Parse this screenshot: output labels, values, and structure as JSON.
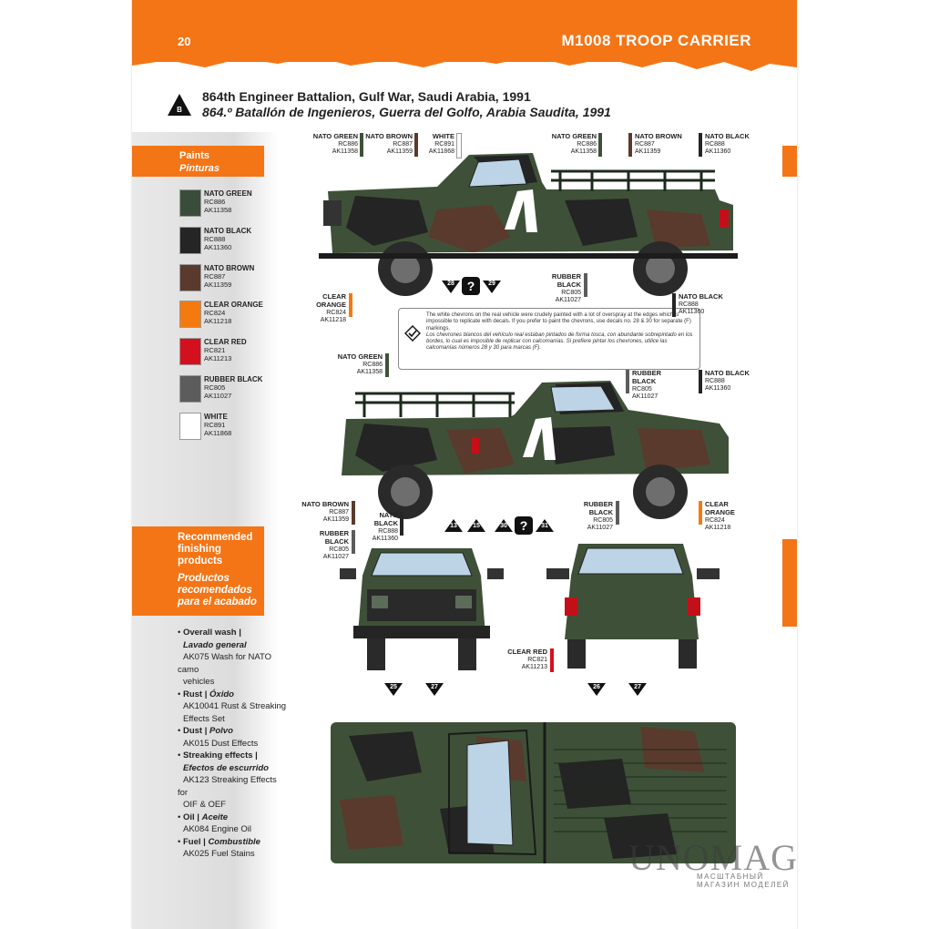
{
  "header": {
    "page_number": "20",
    "title": "M1008 TROOP CARRIER"
  },
  "scheme": {
    "letter": "B",
    "title_en": "864th Engineer Battalion, Gulf War, Saudi Arabia, 1991",
    "title_es": "864.º Batallón de Ingenieros, Guerra del Golfo, Arabia Saudita, 1991"
  },
  "paints": {
    "heading": "Paints",
    "heading_es": "Pinturas",
    "items": [
      {
        "name": "NATO GREEN",
        "code1": "RC886",
        "code2": "AK11358",
        "color": "#3a4d3a"
      },
      {
        "name": "NATO BLACK",
        "code1": "RC888",
        "code2": "AK11360",
        "color": "#252525"
      },
      {
        "name": "NATO BROWN",
        "code1": "RC887",
        "code2": "AK11359",
        "color": "#5a3a2c"
      },
      {
        "name": "CLEAR ORANGE",
        "code1": "RC824",
        "code2": "AK11218",
        "color": "#f47a10"
      },
      {
        "name": "CLEAR RED",
        "code1": "RC821",
        "code2": "AK11213",
        "color": "#d4101e"
      },
      {
        "name": "RUBBER BLACK",
        "code1": "RC805",
        "code2": "AK11027",
        "color": "#5c5c5c"
      },
      {
        "name": "WHITE",
        "code1": "RC891",
        "code2": "AK11868",
        "color": "#ffffff"
      }
    ]
  },
  "recommended": {
    "heading_lines": [
      "Recommended",
      "finishing",
      "products"
    ],
    "heading_es_lines": [
      "Productos",
      "recomendados",
      "para el acabado"
    ],
    "items": [
      {
        "title": "Overall wash |",
        "title_es": "Lavado general",
        "products": [
          "AK075 Wash for NATO camo",
          "vehicles"
        ]
      },
      {
        "title": "Rust | ",
        "title_es": "Óxido",
        "products": [
          "AK10041 Rust & Streaking",
          "Effects Set"
        ]
      },
      {
        "title": "Dust | ",
        "title_es": "Polvo",
        "products": [
          "AK015 Dust Effects"
        ]
      },
      {
        "title": "Streaking effects |",
        "title_es": "Efectos de escurrido",
        "products": [
          "AK123 Streaking Effects for",
          "OIF & OEF"
        ]
      },
      {
        "title": "Oil | ",
        "title_es": "Aceite",
        "products": [
          "AK084 Engine Oil"
        ]
      },
      {
        "title": "Fuel | ",
        "title_es": "Combustible",
        "products": [
          "AK025 Fuel Stains"
        ]
      }
    ]
  },
  "note": {
    "en": "The white chevrons on the real vehicle were crudely painted with a lot of overspray at the edges which is impossible to replicate with decals. If you prefer to paint the chevrons, use decals no. 28 & 30 for separate (F) markings.",
    "es": "Los chevrones blancos del vehículo real estaban pintados de forma tosca, con abundante sobrepintado en los bordes, lo cual es imposible de replicar con calcomanías. Si prefiere pintar los chevrones, utilice las calcomanías números 28 y 30 para marcas (F)."
  },
  "callouts": {
    "left1_green": {
      "name": "NATO GREEN",
      "c1": "RC886",
      "c2": "AK11358"
    },
    "left1_brown": {
      "name": "NATO BROWN",
      "c1": "RC887",
      "c2": "AK11359"
    },
    "left1_white": {
      "name": "WHITE",
      "c1": "RC891",
      "c2": "AK11868"
    },
    "left1_green2": {
      "name": "NATO GREEN",
      "c1": "RC886",
      "c2": "AK11358"
    },
    "left1_brown2": {
      "name": "NATO BROWN",
      "c1": "RC887",
      "c2": "AK11359"
    },
    "left1_black": {
      "name": "NATO BLACK",
      "c1": "RC888",
      "c2": "AK11360"
    },
    "left1_orange": {
      "name": "CLEAR ORANGE",
      "c1": "RC824",
      "c2": "AK11218"
    },
    "left1_rubber": {
      "name": "RUBBER BLACK",
      "c1": "RC805",
      "c2": "AK11027"
    },
    "left1_black2": {
      "name": "NATO BLACK",
      "c1": "RC888",
      "c2": "AK11360"
    },
    "right_green": {
      "name": "NATO GREEN",
      "c1": "RC886",
      "c2": "AK11358"
    },
    "right_rubber": {
      "name": "RUBBER BLACK",
      "c1": "RC805",
      "c2": "AK11027"
    },
    "right_black": {
      "name": "NATO BLACK",
      "c1": "RC888",
      "c2": "AK11360"
    },
    "right_brown": {
      "name": "NATO BROWN",
      "c1": "RC887",
      "c2": "AK11359"
    },
    "right_black2": {
      "name": "NATO BLACK",
      "c1": "RC888",
      "c2": "AK11360"
    },
    "right_rubber2": {
      "name": "RUBBER BLACK",
      "c1": "RC805",
      "c2": "AK11027"
    },
    "right_orange": {
      "name": "CLEAR ORANGE",
      "c1": "RC824",
      "c2": "AK11218"
    },
    "front_rubber": {
      "name": "RUBBER BLACK",
      "c1": "RC805",
      "c2": "AK11027"
    },
    "rear_red": {
      "name": "CLEAR RED",
      "c1": "RC821",
      "c2": "AK11213"
    }
  },
  "decals": {
    "side1": [
      "28",
      "29"
    ],
    "side2": [
      "13",
      "15",
      "30",
      "31"
    ],
    "front": [
      "25",
      "27"
    ],
    "rear": [
      "26",
      "27"
    ],
    "q_mark": "?"
  },
  "watermark": {
    "brand": "UNOMAG.RU",
    "tagline": "МАСШТАБНЫЙ МАГАЗИН МОДЕЛЕЙ"
  }
}
